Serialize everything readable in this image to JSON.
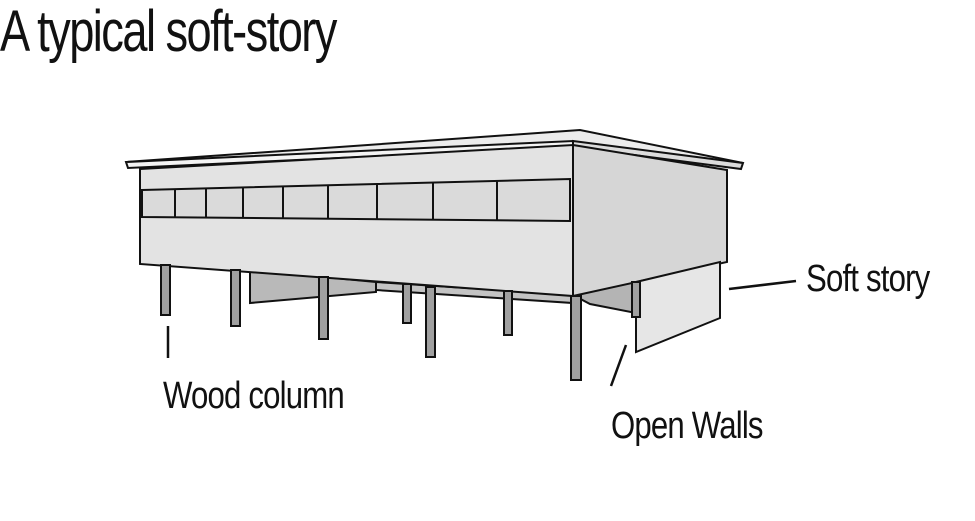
{
  "title": "A typical soft-story",
  "labels": {
    "soft_story": "Soft story",
    "wood_column": "Wood column",
    "open_walls": "Open Walls"
  },
  "colors": {
    "ink": "#111111",
    "wall_light": "#e3e3e3",
    "wall_shade": "#d2d2d2",
    "underside": "#bdbdbd",
    "column": "#9a9a9a"
  }
}
